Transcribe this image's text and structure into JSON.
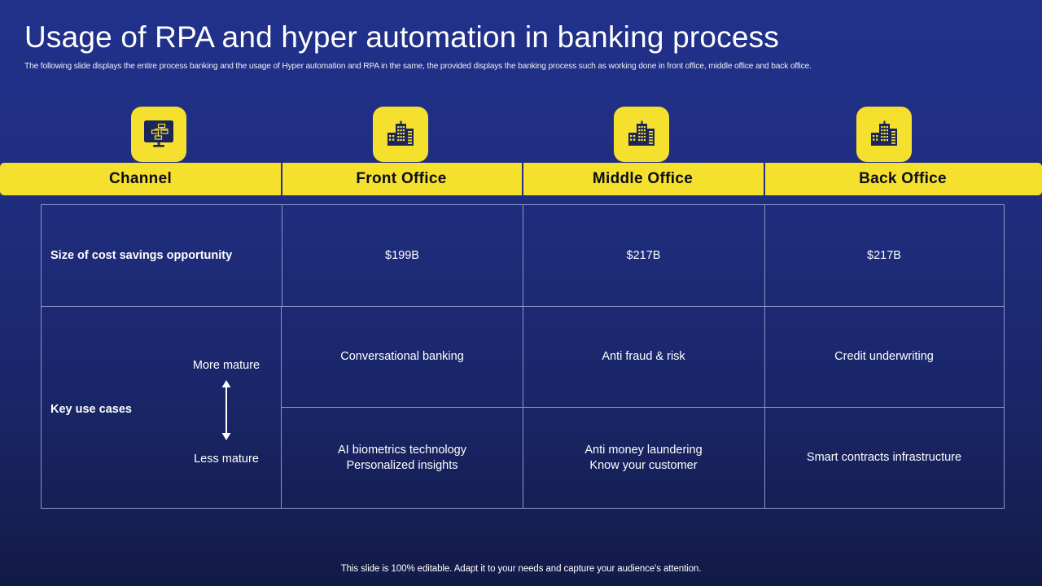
{
  "header": {
    "title": "Usage of RPA and hyper automation in banking process",
    "subtitle": "The following slide displays the entire process banking and the usage of Hyper automation and RPA in the same, the provided displays the banking process such as working done in front office,  middle office and back office."
  },
  "icons": [
    {
      "name": "monitor-flowchart-icon",
      "label": "Channel"
    },
    {
      "name": "office-buildings-icon",
      "label": "Front Office"
    },
    {
      "name": "office-buildings-icon",
      "label": "Middle Office"
    },
    {
      "name": "office-buildings-icon",
      "label": "Back Office"
    }
  ],
  "table": {
    "columns": [
      "Channel",
      "Front Office",
      "Middle Office",
      "Back Office"
    ],
    "rows": [
      {
        "label": "Size of cost savings opportunity",
        "values": [
          "$199B",
          "$217B",
          "$217B"
        ]
      },
      {
        "label": "Key use cases",
        "maturity_high": "More mature",
        "maturity_low": "Less mature",
        "more_mature": [
          "Conversational banking",
          "Anti fraud & risk",
          "Credit underwriting"
        ],
        "less_mature_line1": [
          "AI biometrics technology",
          "Anti money laundering",
          "Smart contracts infrastructure"
        ],
        "less_mature_line2": [
          "Personalized insights",
          "Know your customer",
          ""
        ]
      }
    ]
  },
  "footer": {
    "note": "This slide is 100% editable. Adapt it to your needs and capture your audience's attention."
  },
  "colors": {
    "accent_yellow": "#f5e02e",
    "background_top": "#21318a",
    "background_bottom": "#121a47",
    "grid_line": "#8d96c9",
    "icon_dark": "#1b2559"
  }
}
